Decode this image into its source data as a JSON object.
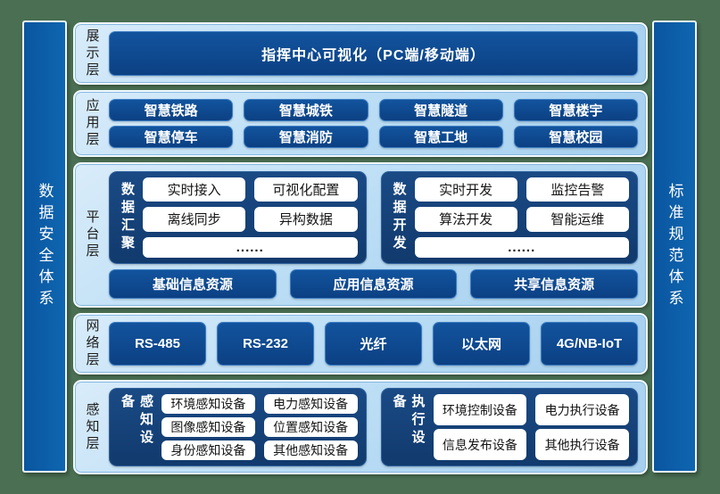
{
  "side_bars": {
    "left": "数据安全体系",
    "right": "标准规范体系"
  },
  "layers": {
    "display": {
      "label": "展示层",
      "box": "指挥中心可视化（PC端/移动端）"
    },
    "application": {
      "label": "应用层",
      "items": [
        "智慧铁路",
        "智慧城铁",
        "智慧隧道",
        "智慧楼宇",
        "智慧停车",
        "智慧消防",
        "智慧工地",
        "智慧校园"
      ]
    },
    "platform": {
      "label": "平台层",
      "groups": [
        {
          "title": "数据汇聚",
          "pills": [
            "实时接入",
            "可视化配置",
            "离线同步",
            "异构数据"
          ],
          "more": "......"
        },
        {
          "title": "数据开发",
          "pills": [
            "实时开发",
            "监控告警",
            "算法开发",
            "智能运维"
          ],
          "more": "......"
        }
      ],
      "resources": [
        "基础信息资源",
        "应用信息资源",
        "共享信息资源"
      ]
    },
    "network": {
      "label": "网络层",
      "items": [
        "RS-485",
        "RS-232",
        "光纤",
        "以太网",
        "4G/NB-IoT"
      ]
    },
    "perception": {
      "label": "感知层",
      "groups": [
        {
          "title": "感知设备",
          "pills": [
            "环境感知设备",
            "电力感知设备",
            "图像感知设备",
            "位置感知设备",
            "身份感知设备",
            "其他感知设备"
          ]
        },
        {
          "title": "执行设备",
          "pills": [
            "环境控制设备",
            "电力执行设备",
            "信息发布设备",
            "其他执行设备"
          ]
        }
      ]
    }
  },
  "colors": {
    "background_green": "#4a6f52",
    "panel_light_blue": "#b7daf3",
    "panel_border": "#86b9e3",
    "box_dark_blue": "#0e4a8e",
    "box_border": "#3b7dc4",
    "group_navy": "#143f77",
    "pillar_blue": "#0c5ca6",
    "pill_white": "#ffffff",
    "label_dark": "#1d1d1d"
  }
}
